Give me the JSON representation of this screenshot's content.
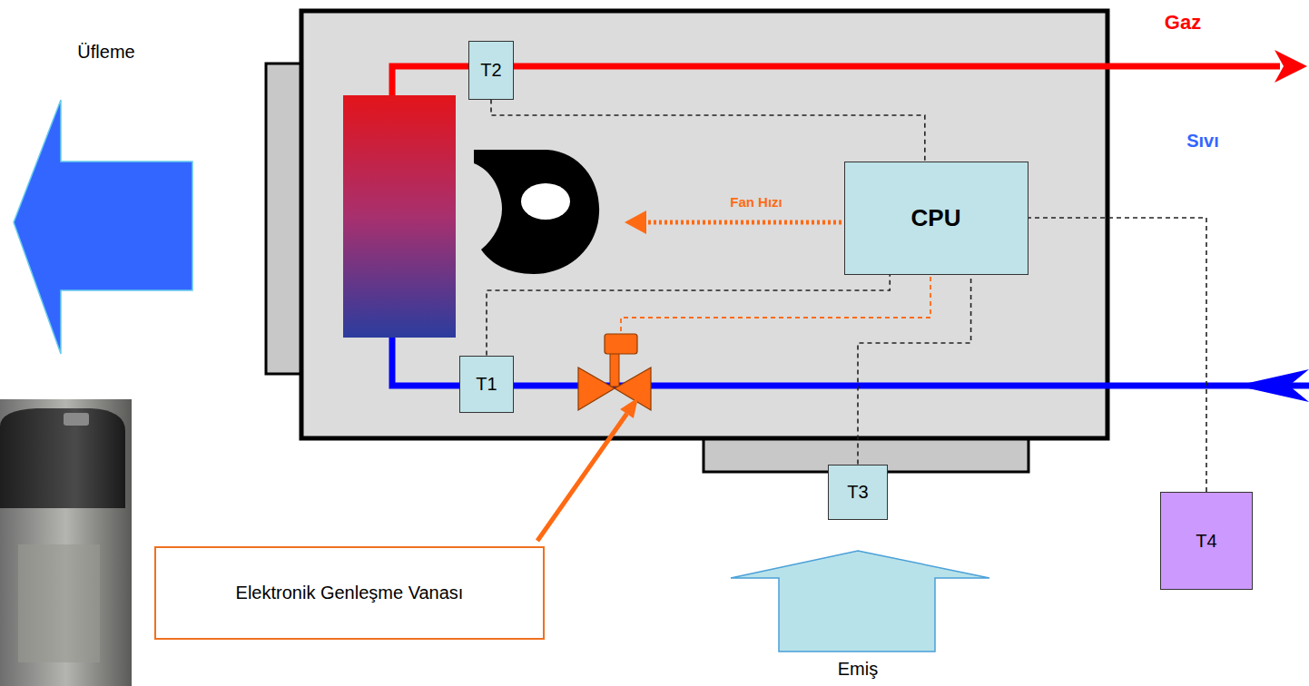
{
  "diagram": {
    "nodes": [
      {
        "text": [
          "T2"
        ]
      },
      {
        "text": [
          "CPU"
        ]
      },
      {
        "text": [
          "T1"
        ]
      },
      {
        "text": [
          "T3"
        ]
      },
      {
        "text": [
          "T4"
        ]
      },
      {
        "text": [
          "Elektronik Genleşme Vanası"
        ]
      }
    ],
    "edges": [
      {
        "from": 0,
        "to": 1,
        "arrow": "none"
      },
      {
        "from": 2,
        "to": 1,
        "arrow": "none"
      },
      {
        "from": 3,
        "to": 1,
        "arrow": "none"
      },
      {
        "from": 4,
        "to": 1,
        "arrow": "none"
      }
    ],
    "labels": [
      "Üfleme",
      "Gaz",
      "Sıvı",
      "Fan Hızı",
      "Emiş"
    ]
  }
}
